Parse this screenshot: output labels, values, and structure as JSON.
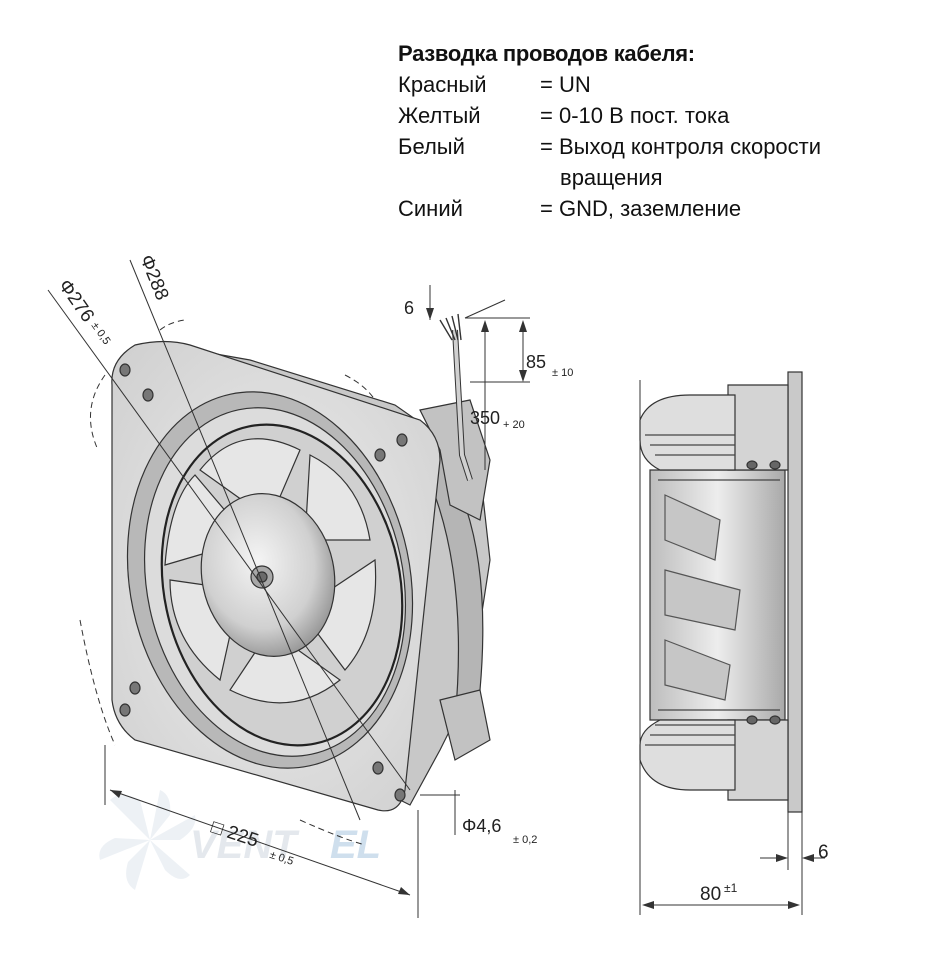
{
  "wiring": {
    "title": "Разводка проводов кабеля:",
    "rows": [
      {
        "color": "Красный",
        "value": "= UN"
      },
      {
        "color": "Желтый",
        "value": "= 0-10 В пост. тока"
      },
      {
        "color": "Белый",
        "value": "= Выход контроля скорости"
      },
      {
        "color": "",
        "value": "вращения"
      },
      {
        "color": "Синий",
        "value": "= GND, заземление"
      }
    ]
  },
  "dimensions": {
    "d276": "Φ276",
    "d276_tol": "± 0,5",
    "d288": "Φ288",
    "wire_end": "6",
    "strip": "85",
    "strip_tol": "± 10",
    "cable": "350",
    "cable_tol": "+ 20",
    "hole": "Φ4,6",
    "hole_tol": "± 0,2",
    "square": "□ 225",
    "square_tol": "± 0,5",
    "depth": "80",
    "depth_tol": "±1",
    "flange": "6"
  },
  "watermark": {
    "part1": "VENT",
    "part2": "EL"
  },
  "colors": {
    "line": "#333333",
    "metal": "#d9d9d9",
    "dark": "#8a8a8a",
    "watermark": "#c9d6e2"
  }
}
